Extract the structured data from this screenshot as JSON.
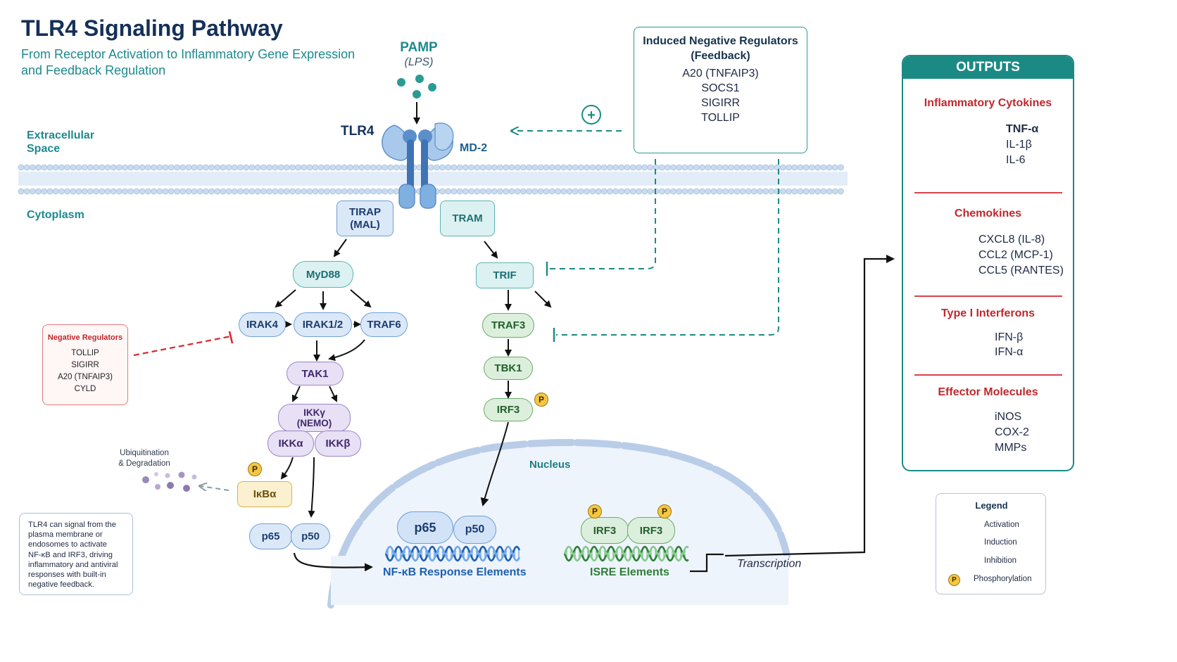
{
  "header": {
    "title": "TLR4 Signaling Pathway",
    "subtitle_line1": "From Receptor Activation to Inflammatory Gene Expression",
    "subtitle_line2": "and Feedback Regulation"
  },
  "regions": {
    "extracellular_line1": "Extracellular",
    "extracellular_line2": "Space",
    "cytoplasm": "Cytoplasm",
    "nucleus": "Nucleus"
  },
  "receptor": {
    "pamp": "PAMP",
    "lps": "(LPS)",
    "tlr4": "TLR4",
    "md2": "MD-2"
  },
  "myd88_branch": {
    "tirap_line1": "TIRAP",
    "tirap_line2": "(MAL)",
    "myd88": "MyD88",
    "irak4": "IRAK4",
    "irak12": "IRAK1/2",
    "traf6": "TRAF6",
    "tak1": "TAK1",
    "ikkg_line1": "IKKγ",
    "ikkg_line2": "(NEMO)",
    "ikka": "IKKα",
    "ikkb": "IKKβ",
    "ikba": "IκBα",
    "p65": "p65",
    "p50": "p50",
    "ubiq_line1": "Ubiquitination",
    "ubiq_line2": "& Degradation"
  },
  "trif_branch": {
    "tram": "TRAM",
    "trif": "TRIF",
    "traf3": "TRAF3",
    "tbk1": "TBK1",
    "irf3": "IRF3"
  },
  "nucleus": {
    "p65": "p65",
    "p50": "p50",
    "nfkb_re": "NF-κB Response Elements",
    "irf3_a": "IRF3",
    "irf3_b": "IRF3",
    "isre": "ISRE Elements",
    "transcription": "Transcription"
  },
  "phospho_label": "P",
  "feedback_plus": "+",
  "negative_regulators": {
    "title": "Negative Regulators",
    "items": [
      "TOLLIP",
      "SIGIRR",
      "A20 (TNFAIP3)",
      "CYLD"
    ]
  },
  "induced_regulators": {
    "title_line1": "Induced Negative Regulators",
    "title_line2": "(Feedback)",
    "items": [
      "A20 (TNFAIP3)",
      "SOCS1",
      "SIGIRR",
      "TOLLIP"
    ]
  },
  "note": {
    "lines": [
      "TLR4 can signal from the",
      "plasma membrane or",
      "endosomes to activate",
      "NF-κB and IRF3, driving",
      "inflammatory and antiviral",
      "responses with built-in",
      "negative feedback."
    ]
  },
  "outputs": {
    "header": "OUTPUTS",
    "groups": [
      {
        "title": "Inflammatory Cytokines",
        "items": [
          "TNF-α",
          "IL-1β",
          "IL-6"
        ]
      },
      {
        "title": "Chemokines",
        "items": [
          "CXCL8 (IL-8)",
          "CCL2 (MCP-1)",
          "CCL5 (RANTES)"
        ]
      },
      {
        "title": "Type I Interferons",
        "items": [
          "IFN-β",
          "IFN-α"
        ]
      },
      {
        "title": "Effector Molecules",
        "items": [
          "iNOS",
          "COX-2",
          "MMPs"
        ]
      }
    ]
  },
  "legend": {
    "title": "Legend",
    "activation": "Activation",
    "induction": "Induction",
    "inhibition": "Inhibition",
    "phosphorylation": "Phosphorylation"
  },
  "colors": {
    "activation": "#111111",
    "induction": "#1b8a85",
    "inhibition": "#d42a2f",
    "phospho": "#f6c744",
    "nfkb_dna_a": "#1e5fb0",
    "nfkb_dna_b": "#6fa6e8",
    "isre_dna_a": "#2f7f3a",
    "isre_dna_b": "#86c98d",
    "cytokine": "#d8383d"
  }
}
